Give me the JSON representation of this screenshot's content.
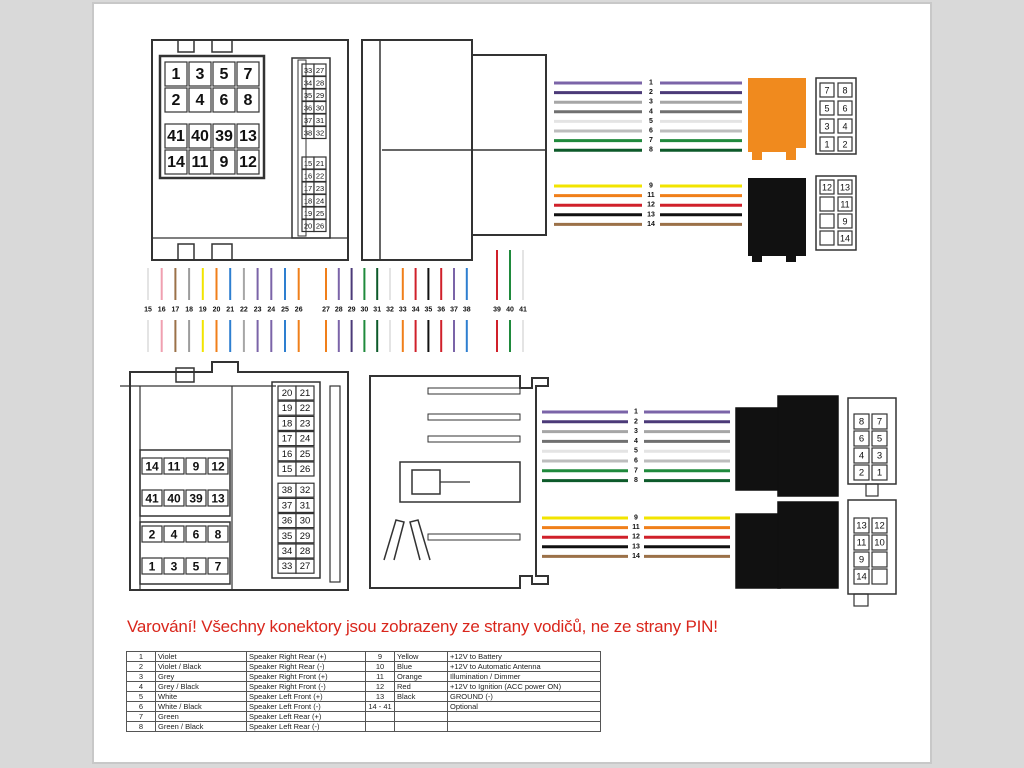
{
  "warning": "Varování! Všechny konektory jsou zobrazeny ze strany vodičů, ne ze strany PIN!",
  "colors": {
    "violet": "#7b64a8",
    "violet_black": "#4b3a78",
    "grey": "#a6a6a6",
    "grey_black": "#707070",
    "white": "#e4e4e4",
    "white_black": "#bdbdbd",
    "green": "#1f8a3c",
    "green_black": "#0d5a2a",
    "yellow": "#f2e400",
    "blue": "#2e7fd0",
    "orange": "#f07f1a",
    "red": "#d0202a",
    "black": "#111111",
    "brown": "#9b7148",
    "connector_orange": "#f08a1e",
    "warning_red": "#d9261c"
  },
  "iso_block": {
    "labels": [
      "1",
      "3",
      "5",
      "7",
      "2",
      "4",
      "6",
      "8",
      "41",
      "40",
      "39",
      "13",
      "14",
      "11",
      "9",
      "12"
    ]
  },
  "side_pins": [
    [
      "33",
      "27"
    ],
    [
      "34",
      "28"
    ],
    [
      "35",
      "29"
    ],
    [
      "36",
      "30"
    ],
    [
      "37",
      "31"
    ],
    [
      "38",
      "32"
    ],
    [
      "15",
      "21"
    ],
    [
      "16",
      "22"
    ],
    [
      "17",
      "23"
    ],
    [
      "18",
      "24"
    ],
    [
      "19",
      "25"
    ],
    [
      "20",
      "26"
    ]
  ],
  "upper_right_wires": {
    "group_a": [
      "1",
      "2",
      "3",
      "4",
      "5",
      "6",
      "7",
      "8"
    ],
    "group_b": [
      "9",
      "11",
      "12",
      "13",
      "14"
    ]
  },
  "small_iso_a": [
    "7",
    "8",
    "5",
    "6",
    "3",
    "4",
    "1",
    "2"
  ],
  "small_iso_b": [
    "12",
    "13",
    "11",
    "9",
    "14"
  ],
  "wire_numbers": [
    "15",
    "16",
    "17",
    "18",
    "19",
    "20",
    "21",
    "22",
    "23",
    "24",
    "25",
    "26",
    "27",
    "28",
    "29",
    "30",
    "31",
    "32",
    "33",
    "34",
    "35",
    "36",
    "37",
    "38",
    "39",
    "40",
    "41"
  ],
  "lower_left": {
    "col_pins": [
      [
        "20",
        "21"
      ],
      [
        "19",
        "22"
      ],
      [
        "18",
        "23"
      ],
      [
        "17",
        "24"
      ],
      [
        "16",
        "25"
      ],
      [
        "15",
        "26"
      ],
      [
        "38",
        "32"
      ],
      [
        "37",
        "31"
      ],
      [
        "36",
        "30"
      ],
      [
        "35",
        "29"
      ],
      [
        "34",
        "28"
      ],
      [
        "33",
        "27"
      ]
    ],
    "block_top": [
      "14",
      "11",
      "9",
      "12"
    ],
    "block_mid": [
      "41",
      "40",
      "39",
      "13"
    ],
    "block_bottom1": [
      "2",
      "4",
      "6",
      "8"
    ],
    "block_bottom2": [
      "1",
      "3",
      "5",
      "7"
    ]
  },
  "lower_right_wires": {
    "group_a": [
      "1",
      "2",
      "3",
      "4",
      "5",
      "6",
      "7",
      "8"
    ],
    "group_b": [
      "9",
      "11",
      "12",
      "13",
      "14"
    ]
  },
  "lower_iso_a": [
    "8",
    "7",
    "6",
    "5",
    "4",
    "3",
    "2",
    "1"
  ],
  "lower_iso_b": [
    "13",
    "12",
    "11",
    "10",
    "9",
    "14"
  ],
  "wiring_table": {
    "rows": [
      {
        "n": "1",
        "color": "Violet",
        "function": "Speaker Right Rear (+)",
        "n2": "9",
        "color2": "Yellow",
        "function2": "+12V to Battery"
      },
      {
        "n": "2",
        "color": "Violet / Black",
        "function": "Speaker Right Rear (-)",
        "n2": "10",
        "color2": "Blue",
        "function2": "+12V to Automatic Antenna"
      },
      {
        "n": "3",
        "color": "Grey",
        "function": "Speaker Right Front (+)",
        "n2": "11",
        "color2": "Orange",
        "function2": "Illumination / Dimmer"
      },
      {
        "n": "4",
        "color": "Grey / Black",
        "function": "Speaker Right Front (-)",
        "n2": "12",
        "color2": "Red",
        "function2": "+12V to Ignition (ACC power ON)"
      },
      {
        "n": "5",
        "color": "White",
        "function": "Speaker Left Front (+)",
        "n2": "13",
        "color2": "Black",
        "function2": "GROUND (-)"
      },
      {
        "n": "6",
        "color": "White / Black",
        "function": "Speaker Left Front (-)",
        "n2": "14 - 41",
        "color2": "",
        "function2": "Optional"
      },
      {
        "n": "7",
        "color": "Green",
        "function": "Speaker Left Rear (+)",
        "n2": "",
        "color2": "",
        "function2": ""
      },
      {
        "n": "8",
        "color": "Green / Black",
        "function": "Speaker Left Rear (-)",
        "n2": "",
        "color2": "",
        "function2": ""
      }
    ]
  }
}
